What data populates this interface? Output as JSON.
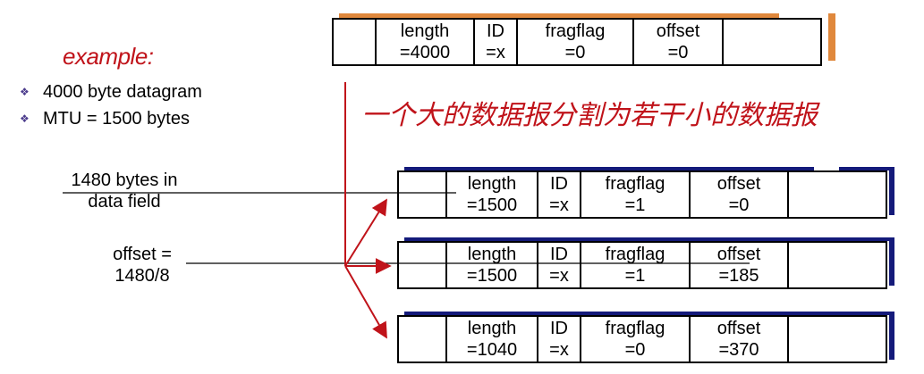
{
  "example": {
    "title": "example:",
    "bullets": [
      "4000 byte datagram",
      "MTU = 1500 bytes"
    ]
  },
  "chinese_title": "一个大的数据报分割为若干小的数据报",
  "notes": {
    "data_field": [
      "1480 bytes in",
      "data field"
    ],
    "offset": [
      "offset =",
      "1480/8"
    ]
  },
  "original": {
    "cells": [
      {
        "top": "length",
        "bottom": "=4000"
      },
      {
        "top": "ID",
        "bottom": "=x"
      },
      {
        "top": "fragflag",
        "bottom": "=0"
      },
      {
        "top": "offset",
        "bottom": "=0"
      }
    ]
  },
  "fragments": [
    {
      "cells": [
        {
          "top": "length",
          "bottom": "=1500"
        },
        {
          "top": "ID",
          "bottom": "=x"
        },
        {
          "top": "fragflag",
          "bottom": "=1"
        },
        {
          "top": "offset",
          "bottom": "=0"
        }
      ]
    },
    {
      "cells": [
        {
          "top": "length",
          "bottom": "=1500"
        },
        {
          "top": "ID",
          "bottom": "=x"
        },
        {
          "top": "fragflag",
          "bottom": "=1"
        },
        {
          "top": "offset",
          "bottom": "=185"
        }
      ]
    },
    {
      "cells": [
        {
          "top": "length",
          "bottom": "=1040"
        },
        {
          "top": "ID",
          "bottom": "=x"
        },
        {
          "top": "fragflag",
          "bottom": "=0"
        },
        {
          "top": "offset",
          "bottom": "=370"
        }
      ]
    }
  ],
  "colors": {
    "accent_red": "#c0131a",
    "orig_shadow": "#e0883c",
    "frag_shadow": "#141a7a",
    "bullet": "#4b3b8c"
  }
}
